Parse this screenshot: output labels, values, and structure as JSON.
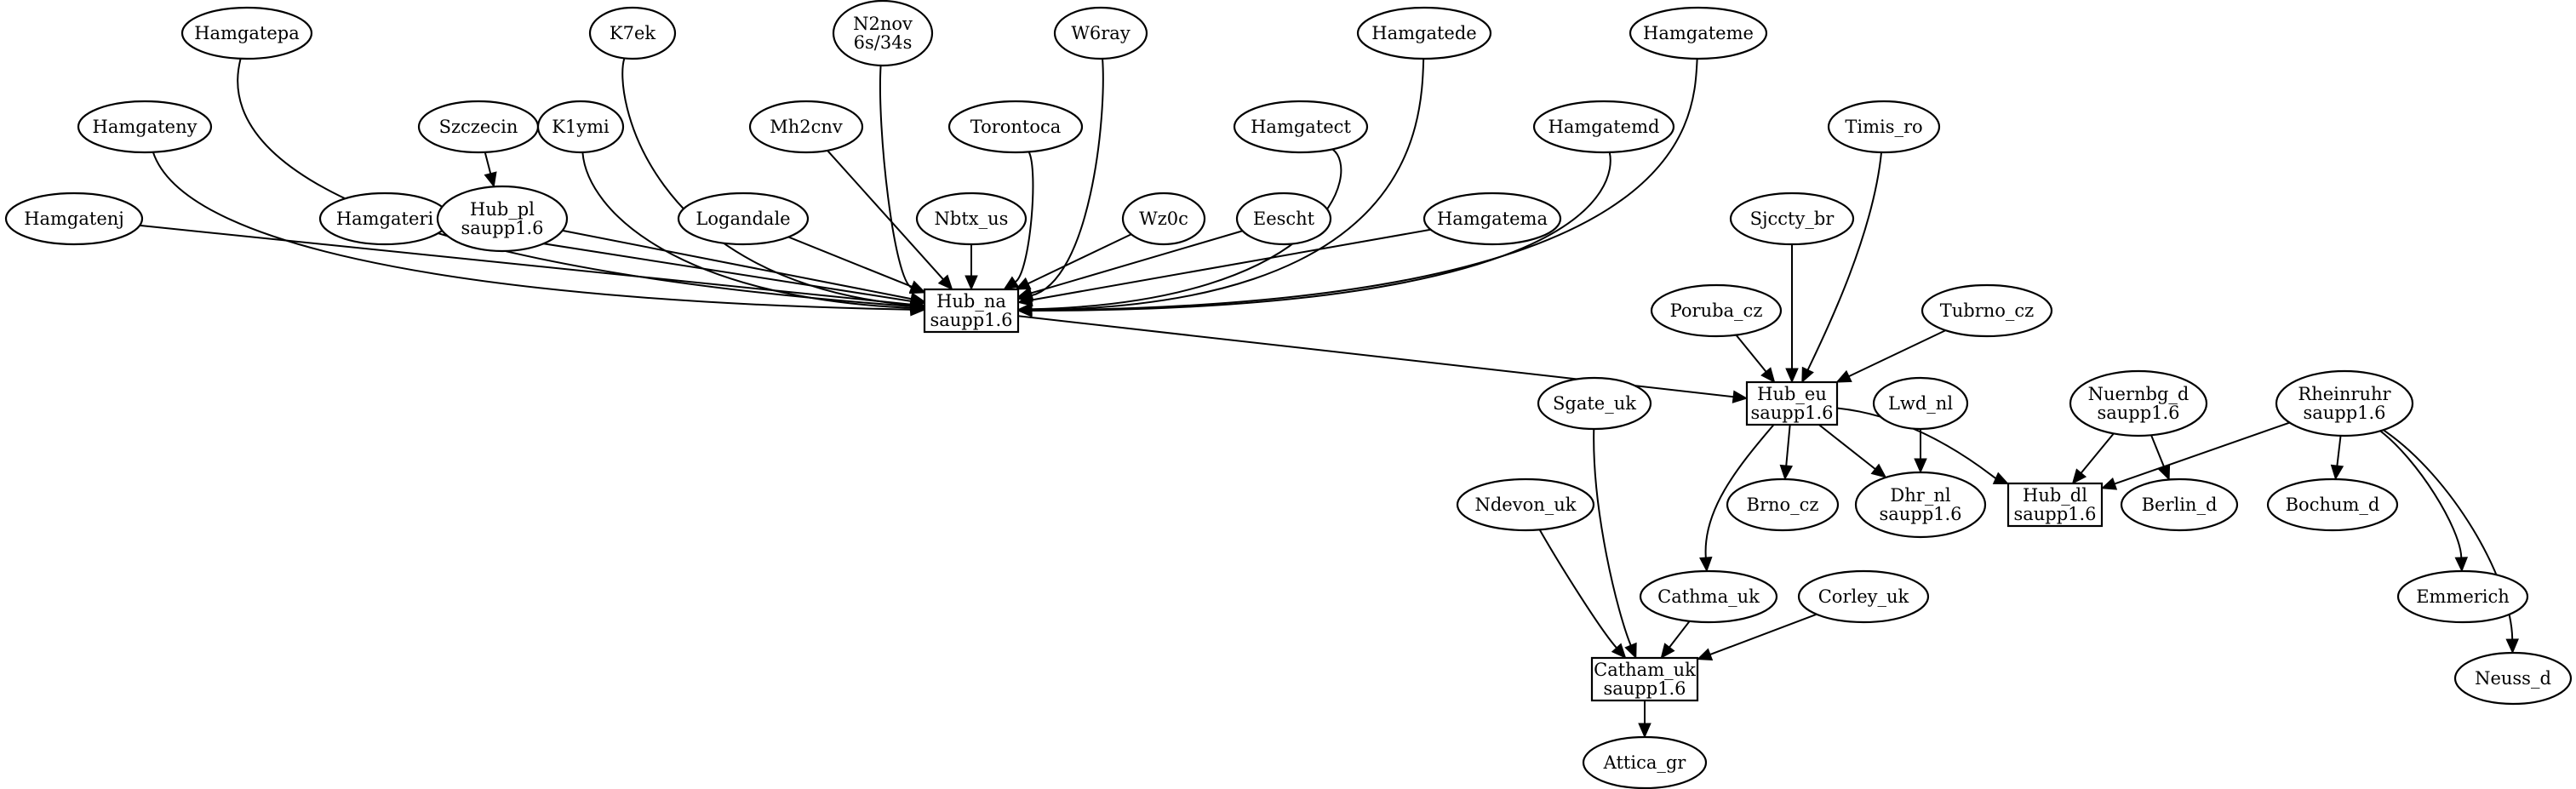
{
  "diagram": {
    "type": "directed-graph",
    "nodes": [
      {
        "id": "hamgatepa",
        "shape": "ellipse",
        "lines": [
          "Hamgatepa"
        ]
      },
      {
        "id": "k7ek",
        "shape": "ellipse",
        "lines": [
          "K7ek"
        ]
      },
      {
        "id": "n2nov",
        "shape": "ellipse",
        "lines": [
          "N2nov",
          "6s/34s"
        ]
      },
      {
        "id": "w6ray",
        "shape": "ellipse",
        "lines": [
          "W6ray"
        ]
      },
      {
        "id": "hamgatede",
        "shape": "ellipse",
        "lines": [
          "Hamgatede"
        ]
      },
      {
        "id": "hamgateme",
        "shape": "ellipse",
        "lines": [
          "Hamgateme"
        ]
      },
      {
        "id": "hamgateny",
        "shape": "ellipse",
        "lines": [
          "Hamgateny"
        ]
      },
      {
        "id": "szczecin",
        "shape": "ellipse",
        "lines": [
          "Szczecin"
        ]
      },
      {
        "id": "k1ymi",
        "shape": "ellipse",
        "lines": [
          "K1ymi"
        ]
      },
      {
        "id": "mh2cnv",
        "shape": "ellipse",
        "lines": [
          "Mh2cnv"
        ]
      },
      {
        "id": "torontoca",
        "shape": "ellipse",
        "lines": [
          "Torontoca"
        ]
      },
      {
        "id": "hamgatect",
        "shape": "ellipse",
        "lines": [
          "Hamgatect"
        ]
      },
      {
        "id": "hamgatemd",
        "shape": "ellipse",
        "lines": [
          "Hamgatemd"
        ]
      },
      {
        "id": "timis_ro",
        "shape": "ellipse",
        "lines": [
          "Timis_ro"
        ]
      },
      {
        "id": "hamgatenj",
        "shape": "ellipse",
        "lines": [
          "Hamgatenj"
        ]
      },
      {
        "id": "hamgateri",
        "shape": "ellipse",
        "lines": [
          "Hamgateri"
        ]
      },
      {
        "id": "hub_pl",
        "shape": "ellipse",
        "lines": [
          "Hub_pl",
          "saupp1.6"
        ]
      },
      {
        "id": "logandale",
        "shape": "ellipse",
        "lines": [
          "Logandale"
        ]
      },
      {
        "id": "nbtx_us",
        "shape": "ellipse",
        "lines": [
          "Nbtx_us"
        ]
      },
      {
        "id": "wz0c",
        "shape": "ellipse",
        "lines": [
          "Wz0c"
        ]
      },
      {
        "id": "eescht",
        "shape": "ellipse",
        "lines": [
          "Eescht"
        ]
      },
      {
        "id": "hamgatema",
        "shape": "ellipse",
        "lines": [
          "Hamgatema"
        ]
      },
      {
        "id": "sjccty_br",
        "shape": "ellipse",
        "lines": [
          "Sjccty_br"
        ]
      },
      {
        "id": "hub_na",
        "shape": "box",
        "lines": [
          "Hub_na",
          "saupp1.6"
        ]
      },
      {
        "id": "poruba_cz",
        "shape": "ellipse",
        "lines": [
          "Poruba_cz"
        ]
      },
      {
        "id": "tubrno_cz",
        "shape": "ellipse",
        "lines": [
          "Tubrno_cz"
        ]
      },
      {
        "id": "hub_eu",
        "shape": "box",
        "lines": [
          "Hub_eu",
          "saupp1.6"
        ]
      },
      {
        "id": "sgate_uk",
        "shape": "ellipse",
        "lines": [
          "Sgate_uk"
        ]
      },
      {
        "id": "lwd_nl",
        "shape": "ellipse",
        "lines": [
          "Lwd_nl"
        ]
      },
      {
        "id": "nuernbg_d",
        "shape": "ellipse",
        "lines": [
          "Nuernbg_d",
          "saupp1.6"
        ]
      },
      {
        "id": "rheinruhr",
        "shape": "ellipse",
        "lines": [
          "Rheinruhr",
          "saupp1.6"
        ]
      },
      {
        "id": "ndevon_uk",
        "shape": "ellipse",
        "lines": [
          "Ndevon_uk"
        ]
      },
      {
        "id": "brno_cz",
        "shape": "ellipse",
        "lines": [
          "Brno_cz"
        ]
      },
      {
        "id": "dhr_nl",
        "shape": "ellipse",
        "lines": [
          "Dhr_nl",
          "saupp1.6"
        ]
      },
      {
        "id": "hub_dl",
        "shape": "box",
        "lines": [
          "Hub_dl",
          "saupp1.6"
        ]
      },
      {
        "id": "berlin_d",
        "shape": "ellipse",
        "lines": [
          "Berlin_d"
        ]
      },
      {
        "id": "bochum_d",
        "shape": "ellipse",
        "lines": [
          "Bochum_d"
        ]
      },
      {
        "id": "cathma_uk",
        "shape": "ellipse",
        "lines": [
          "Cathma_uk"
        ]
      },
      {
        "id": "corley_uk",
        "shape": "ellipse",
        "lines": [
          "Corley_uk"
        ]
      },
      {
        "id": "emmerich",
        "shape": "ellipse",
        "lines": [
          "Emmerich"
        ]
      },
      {
        "id": "catham_uk",
        "shape": "box",
        "lines": [
          "Catham_uk",
          "saupp1.6"
        ]
      },
      {
        "id": "neuss_d",
        "shape": "ellipse",
        "lines": [
          "Neuss_d"
        ]
      },
      {
        "id": "attica_gr",
        "shape": "ellipse",
        "lines": [
          "Attica_gr"
        ]
      }
    ],
    "edges": [
      {
        "from": "hamgatenj",
        "to": "hub_na"
      },
      {
        "from": "hamgateny",
        "to": "hub_na"
      },
      {
        "from": "hamgatepa",
        "to": "hub_na"
      },
      {
        "from": "hamgateri",
        "to": "hub_na"
      },
      {
        "from": "szczecin",
        "to": "hub_pl"
      },
      {
        "from": "hub_pl",
        "to": "hub_na"
      },
      {
        "from": "k1ymi",
        "to": "hub_na"
      },
      {
        "from": "k7ek",
        "to": "hub_na"
      },
      {
        "from": "logandale",
        "to": "hub_na"
      },
      {
        "from": "mh2cnv",
        "to": "hub_na"
      },
      {
        "from": "n2nov",
        "to": "hub_na"
      },
      {
        "from": "nbtx_us",
        "to": "hub_na"
      },
      {
        "from": "torontoca",
        "to": "hub_na"
      },
      {
        "from": "w6ray",
        "to": "hub_na"
      },
      {
        "from": "wz0c",
        "to": "hub_na"
      },
      {
        "from": "eescht",
        "to": "hub_na"
      },
      {
        "from": "hamgatect",
        "to": "hub_na"
      },
      {
        "from": "hamgatede",
        "to": "hub_na"
      },
      {
        "from": "hamgatema",
        "to": "hub_na"
      },
      {
        "from": "hamgatemd",
        "to": "hub_na"
      },
      {
        "from": "hamgateme",
        "to": "hub_na"
      },
      {
        "from": "hub_na",
        "to": "hub_eu"
      },
      {
        "from": "sjccty_br",
        "to": "hub_eu"
      },
      {
        "from": "timis_ro",
        "to": "hub_eu"
      },
      {
        "from": "poruba_cz",
        "to": "hub_eu"
      },
      {
        "from": "tubrno_cz",
        "to": "hub_eu"
      },
      {
        "from": "hub_eu",
        "to": "brno_cz"
      },
      {
        "from": "hub_eu",
        "to": "dhr_nl"
      },
      {
        "from": "lwd_nl",
        "to": "dhr_nl"
      },
      {
        "from": "hub_eu",
        "to": "hub_dl"
      },
      {
        "from": "nuernbg_d",
        "to": "hub_dl"
      },
      {
        "from": "rheinruhr",
        "to": "hub_dl"
      },
      {
        "from": "nuernbg_d",
        "to": "berlin_d"
      },
      {
        "from": "rheinruhr",
        "to": "bochum_d"
      },
      {
        "from": "rheinruhr",
        "to": "emmerich"
      },
      {
        "from": "rheinruhr",
        "to": "neuss_d"
      },
      {
        "from": "hub_eu",
        "to": "cathma_uk"
      },
      {
        "from": "cathma_uk",
        "to": "catham_uk"
      },
      {
        "from": "corley_uk",
        "to": "catham_uk"
      },
      {
        "from": "ndevon_uk",
        "to": "catham_uk"
      },
      {
        "from": "sgate_uk",
        "to": "catham_uk"
      },
      {
        "from": "catham_uk",
        "to": "attica_gr"
      }
    ]
  }
}
